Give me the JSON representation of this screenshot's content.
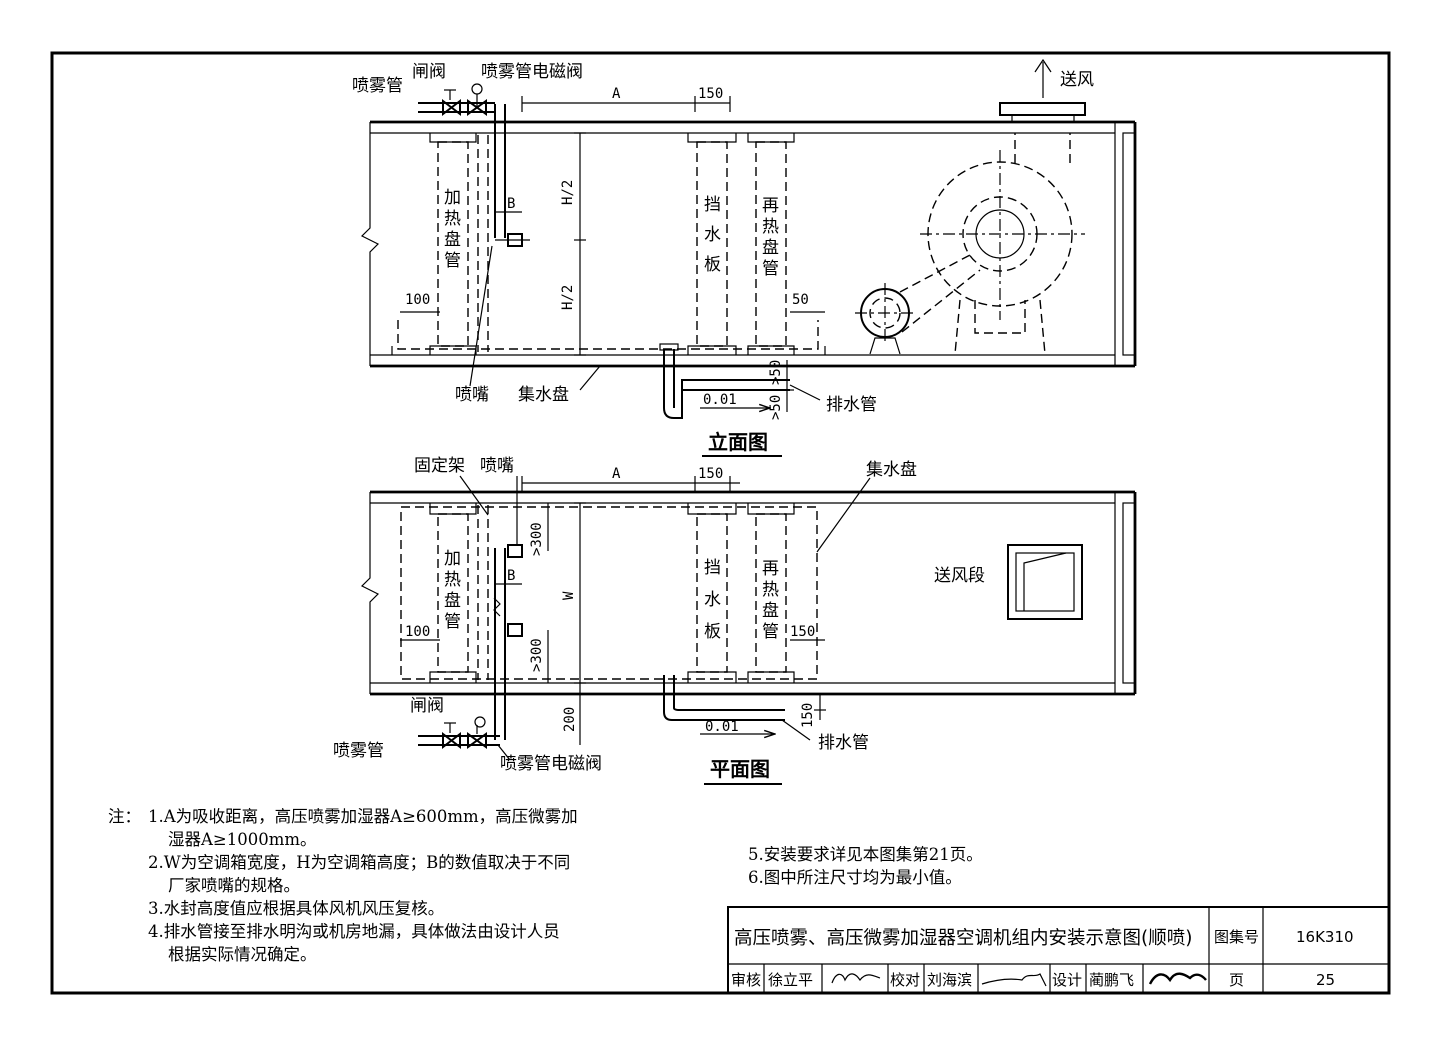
{
  "elevation": {
    "title": "立面图",
    "labels": {
      "spray_pipe": "喷雾管",
      "gate_valve": "闸阀",
      "solenoid_valve": "喷雾管电磁阀",
      "supply_air": "送风",
      "heating_coil": [
        "加",
        "热",
        "盘",
        "管"
      ],
      "water_baffle": [
        "挡",
        "水",
        "板"
      ],
      "reheat_coil": [
        "再",
        "热",
        "盘",
        "管"
      ],
      "nozzle": "喷嘴",
      "drip_pan": "集水盘",
      "drain_pipe": "排水管"
    },
    "dims": {
      "a": "A",
      "d150": "150",
      "b": "B",
      "h2_top": "H/2",
      "h2_bottom": "H/2",
      "d100": "100",
      "d50": "50",
      "ge50_top": ">50",
      "ge50_bottom": ">50",
      "slope": "0.01"
    }
  },
  "plan": {
    "title": "平面图",
    "labels": {
      "fixed_frame": "固定架",
      "nozzle": "喷嘴",
      "drip_pan": "集水盘",
      "heating_coil": [
        "加",
        "热",
        "盘",
        "管"
      ],
      "water_baffle": [
        "挡",
        "水",
        "板"
      ],
      "reheat_coil": [
        "再",
        "热",
        "盘",
        "管"
      ],
      "supply_section": "送风段",
      "gate_valve": "闸阀",
      "spray_pipe": "喷雾管",
      "solenoid_valve": "喷雾管电磁阀",
      "drain_pipe": "排水管"
    },
    "dims": {
      "a": "A",
      "d150": "150",
      "ge300_top": ">300",
      "b": "B",
      "w": "W",
      "d100": "100",
      "ge300_bottom": ">300",
      "d150_right": "150",
      "d200": "200",
      "d150_drain": "150",
      "slope": "0.01"
    }
  },
  "notes": {
    "prefix": "注：",
    "lines": [
      "1.A为吸收距离，高压喷雾加湿器A≥600mm，高压微雾加",
      "湿器A≥1000mm。",
      "2.W为空调箱宽度，H为空调箱高度；B的数值取决于不同",
      "厂家喷嘴的规格。",
      "3.水封高度值应根据具体风机风压复核。",
      "4.排水管接至排水明沟或机房地漏，具体做法由设计人员",
      "根据实际情况确定。",
      "5.安装要求详见本图集第21页。",
      "6.图中所注尺寸均为最小值。"
    ]
  },
  "title_block": {
    "title": "高压喷雾、高压微雾加湿器空调机组内安装示意图(顺喷)",
    "atlas_label": "图集号",
    "atlas_no": "16K310",
    "review_label": "审核",
    "reviewer": "徐立平",
    "check_label": "校对",
    "checker": "刘海滨",
    "design_label": "设计",
    "designer": "蔺鹏飞",
    "page_label": "页",
    "page_no": "25"
  }
}
